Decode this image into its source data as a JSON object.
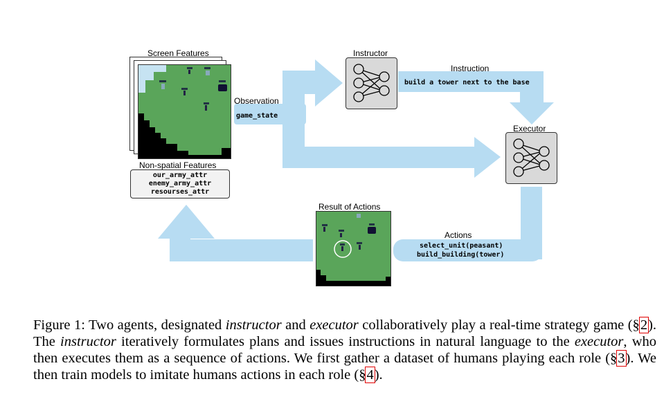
{
  "figure": {
    "screen_features_label": "Screen Features",
    "non_spatial_label": "Non-spatial Features",
    "non_spatial_items": [
      "our_army_attr",
      "enemy_army_attr",
      "resourses_attr"
    ],
    "observation_label": "Observation",
    "observation_value": "game_state",
    "instructor_label": "Instructor",
    "instruction_label": "Instruction",
    "instruction_value": "build a tower next to the base",
    "executor_label": "Executor",
    "result_label": "Result of Actions",
    "actions_label": "Actions",
    "actions_values": [
      "select_unit(peasant)",
      "build_building(tower)"
    ],
    "colors": {
      "arrow": "#b7dcf2",
      "grass": "#5aa55a",
      "fog": "#c6e3f2",
      "dark": "#000000",
      "ref_box": "#e00000"
    },
    "icons": [
      "neural-network-icon",
      "game-map-thumbnail"
    ]
  },
  "caption": {
    "fig": "Figure 1:",
    "p1": " Two agents, designated ",
    "instructor": "instructor",
    "p2": " and ",
    "executor": "executor",
    "p3": " collaboratively play a real-time strategy game (§",
    "ref1": "2",
    "p4": "). The ",
    "instructor2": "instructor",
    "p5": " iteratively formulates plans and issues instructions in natural language to the ",
    "executor2": "executor",
    "p6": ", who then executes them as a sequence of actions. We first gather a dataset of humans playing each role (§",
    "ref2": "3",
    "p7": "). We then train models to imitate humans actions in each role (§",
    "ref3": "4",
    "p8": ")."
  }
}
